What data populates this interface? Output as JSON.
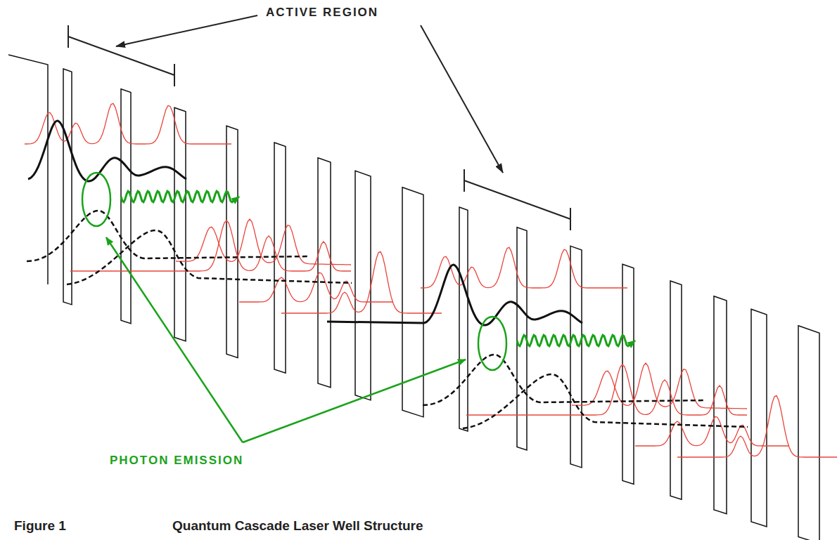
{
  "diagram": {
    "caption": "Quantum Cascade Laser Well Structure",
    "labels": [
      "ACTIVE REGION",
      "PHOTON EMISSION",
      "Figure 1"
    ]
  }
}
